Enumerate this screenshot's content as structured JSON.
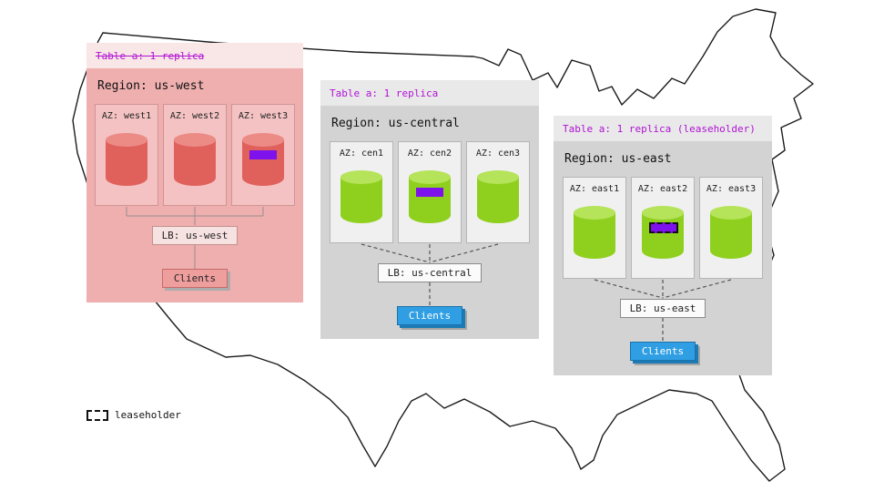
{
  "colors": {
    "accent_purple": "#b012d4",
    "replica_chip_purple": "#7d12ec",
    "cylinder_red": "#e0615c",
    "cylinder_green": "#8fd01e",
    "clients_blue": "#2f9ee3"
  },
  "legend": {
    "label": "leaseholder"
  },
  "regions": [
    {
      "id": "us-west",
      "table_label": "Table a: 1 replica",
      "table_label_struck": true,
      "title": "Region: us-west",
      "azs": [
        {
          "label": "AZ: west1",
          "replica_chip": false
        },
        {
          "label": "AZ: west2",
          "replica_chip": false
        },
        {
          "label": "AZ: west3",
          "replica_chip": true,
          "leaseholder": false
        }
      ],
      "lb_label": "LB: us-west",
      "clients_label": "Clients"
    },
    {
      "id": "us-central",
      "table_label": "Table a: 1 replica",
      "table_label_struck": false,
      "title": "Region: us-central",
      "azs": [
        {
          "label": "AZ: cen1",
          "replica_chip": false
        },
        {
          "label": "AZ: cen2",
          "replica_chip": true,
          "leaseholder": false
        },
        {
          "label": "AZ: cen3",
          "replica_chip": false
        }
      ],
      "lb_label": "LB: us-central",
      "clients_label": "Clients"
    },
    {
      "id": "us-east",
      "table_label": "Table a: 1 replica (leaseholder)",
      "table_label_struck": false,
      "title": "Region: us-east",
      "azs": [
        {
          "label": "AZ: east1",
          "replica_chip": false
        },
        {
          "label": "AZ: east2",
          "replica_chip": true,
          "leaseholder": true
        },
        {
          "label": "AZ: east3",
          "replica_chip": false
        }
      ],
      "lb_label": "LB: us-east",
      "clients_label": "Clients"
    }
  ]
}
